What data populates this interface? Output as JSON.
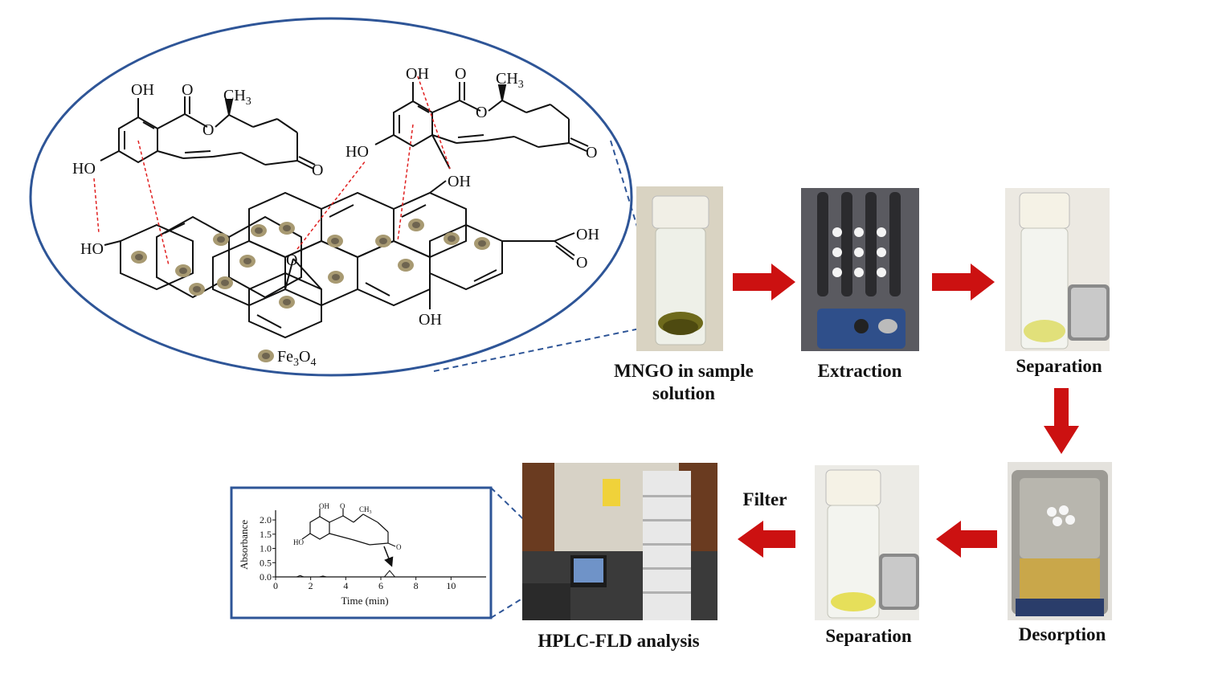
{
  "colors": {
    "ellipse": "#2e5597",
    "arrow": "#cc1111",
    "bond": "#111111",
    "dashed": "#e02020",
    "fe3o4_dot": "#a89a72",
    "fe3o4_dot_inner": "#6e6450"
  },
  "molecule": {
    "left": {
      "oh_top": "OH",
      "o_top": "O",
      "ch3": "CH",
      "ch3_sub": "3",
      "ho_left": "HO",
      "o_ring": "O",
      "ketone_o": "O"
    },
    "right": {
      "oh_top": "OH",
      "o_top": "O",
      "ch3": "CH",
      "ch3_sub": "3",
      "ho_left": "HO",
      "o_ring": "O",
      "ketone_o": "O"
    },
    "graphene": {
      "ho_left": "HO",
      "oh_top": "OH",
      "epoxide_o": "O",
      "cooh_oh": "OH",
      "cooh_o": "O",
      "oh_bottom": "OH",
      "oh_mid": "OH"
    },
    "legend": {
      "label": "Fe",
      "sub1": "3",
      "mid": "O",
      "sub2": "4"
    }
  },
  "steps": {
    "mngo": "MNGO in sample",
    "mngo_line2": "solution",
    "extraction": "Extraction",
    "separation1": "Separation",
    "desorption": "Desorption",
    "separation2": "Separation",
    "filter": "Filter",
    "hplc": "HPLC-FLD analysis"
  },
  "inset": {
    "ylabel": "Absorbance",
    "xlabel": "Time (min)",
    "yticks": [
      "2.0",
      "1.5",
      "1.0",
      "0.5",
      "0.0"
    ],
    "xticks": [
      "0",
      "2",
      "4",
      "6",
      "8",
      "10"
    ],
    "mol_oh": "OH",
    "mol_o": "O",
    "mol_ch3": "CH",
    "mol_ch3_sub": "3",
    "mol_ho": "HO",
    "mol_o2": "O"
  },
  "chart_data": {
    "type": "line",
    "xlabel": "Time (min)",
    "ylabel": "Absorbance",
    "xlim": [
      0,
      12
    ],
    "ylim": [
      0,
      2.2
    ],
    "series": [
      {
        "x": [
          0,
          1.2,
          1.4,
          1.6,
          2.5,
          2.7,
          2.9,
          6.2,
          6.5,
          6.8,
          12
        ],
        "y": [
          0.0,
          0.0,
          0.05,
          0.0,
          0.0,
          0.03,
          0.0,
          0.0,
          0.22,
          0.0,
          0.0
        ]
      }
    ]
  }
}
